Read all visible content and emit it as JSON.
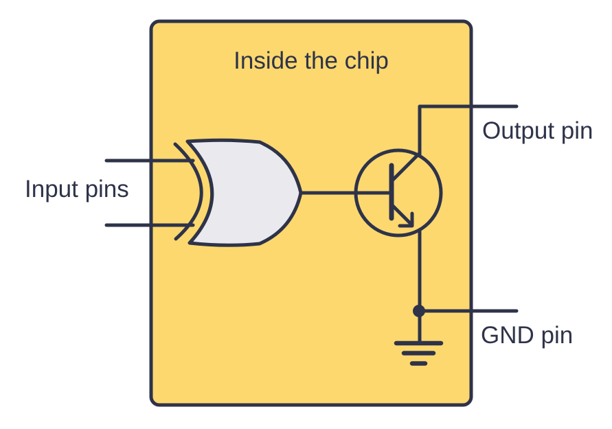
{
  "diagram": {
    "title": "Inside the chip",
    "labels": {
      "input": "Input pins",
      "output": "Output pin",
      "gnd": "GND pin"
    },
    "components": {
      "chip": "chip-package",
      "gate": "xor-gate",
      "transistor": "npn-transistor",
      "ground": "ground-symbol",
      "input_pin_count": 2
    },
    "colors": {
      "chip_fill": "#fcd86e",
      "stroke": "#2e3349",
      "gate_fill": "#e9e9ee",
      "background": "#ffffff"
    }
  }
}
